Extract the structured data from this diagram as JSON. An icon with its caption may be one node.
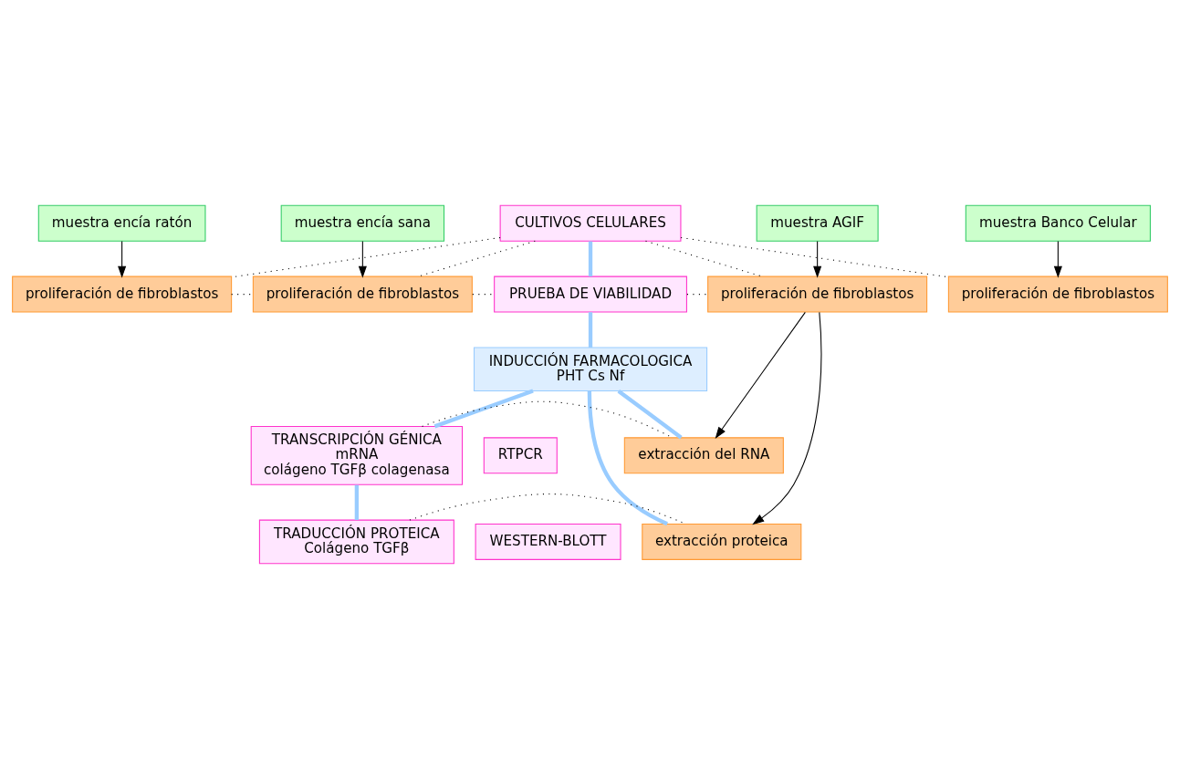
{
  "diagram": {
    "nodes": [
      {
        "text": [
          "muestra encía ratón"
        ]
      },
      {
        "text": [
          "muestra encía sana"
        ]
      },
      {
        "text": [
          "CULTIVOS CELULARES"
        ]
      },
      {
        "text": [
          "muestra AGIF"
        ]
      },
      {
        "text": [
          "muestra Banco Celular"
        ]
      },
      {
        "text": [
          "proliferación de fibroblastos"
        ]
      },
      {
        "text": [
          "proliferación de fibroblastos"
        ]
      },
      {
        "text": [
          "PRUEBA DE VIABILIDAD"
        ]
      },
      {
        "text": [
          "proliferación de fibroblastos"
        ]
      },
      {
        "text": [
          "proliferación de fibroblastos"
        ]
      },
      {
        "text": [
          "INDUCCIÓN FARMACOLOGICA",
          "PHT Cs Nf"
        ]
      },
      {
        "text": [
          "extracción del RNA"
        ]
      },
      {
        "text": [
          "TRANSCRIPCIÓN GÉNICA",
          "mRNA",
          "colágeno TGFβ colagenasa"
        ]
      },
      {
        "text": [
          "RTPCR"
        ]
      },
      {
        "text": [
          "extracción proteica"
        ]
      },
      {
        "text": [
          "TRADUCCIÓN PROTEICA",
          "Colágeno TGFβ"
        ]
      },
      {
        "text": [
          "WESTERN-BLOTT"
        ]
      }
    ],
    "edges": [
      {
        "from": 0,
        "to": 5,
        "arrow": "to"
      },
      {
        "from": 1,
        "to": 6,
        "arrow": "to"
      },
      {
        "from": 3,
        "to": 8,
        "arrow": "to"
      },
      {
        "from": 4,
        "to": 9,
        "arrow": "to"
      },
      {
        "from": 2,
        "to": 5,
        "arrow": "none",
        "style": "dashed"
      },
      {
        "from": 2,
        "to": 6,
        "arrow": "none",
        "style": "dashed"
      },
      {
        "from": 2,
        "to": 8,
        "arrow": "none",
        "style": "dashed"
      },
      {
        "from": 2,
        "to": 9,
        "arrow": "none",
        "style": "dashed"
      },
      {
        "from": 5,
        "to": 6,
        "arrow": "none",
        "style": "dashed"
      },
      {
        "from": 6,
        "to": 7,
        "arrow": "none",
        "style": "dashed"
      },
      {
        "from": 7,
        "to": 8,
        "arrow": "none",
        "style": "dashed"
      },
      {
        "from": 2,
        "to": 7,
        "arrow": "none",
        "style": "thick",
        "color": "#99ccff"
      },
      {
        "from": 7,
        "to": 10,
        "arrow": "none",
        "style": "thick",
        "color": "#99ccff"
      },
      {
        "from": 10,
        "to": 12,
        "arrow": "none",
        "style": "thick",
        "color": "#99ccff"
      },
      {
        "from": 12,
        "to": 15,
        "arrow": "none",
        "style": "thick",
        "color": "#99ccff"
      },
      {
        "from": 8,
        "to": 11,
        "arrow": "to"
      },
      {
        "from": 8,
        "to": 14,
        "arrow": "to"
      },
      {
        "from": 10,
        "to": 11,
        "arrow": "none",
        "style": "thick",
        "color": "#99ccff"
      },
      {
        "from": 10,
        "to": 14,
        "arrow": "none",
        "style": "thick",
        "color": "#99ccff"
      },
      {
        "from": 12,
        "to": 11,
        "arrow": "none",
        "style": "dashed"
      },
      {
        "from": 15,
        "to": 14,
        "arrow": "none",
        "style": "dashed"
      }
    ]
  }
}
